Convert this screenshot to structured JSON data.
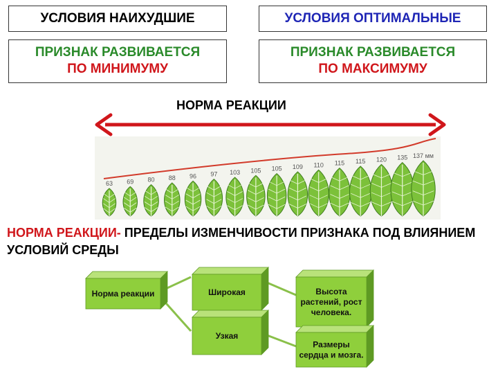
{
  "header": {
    "worst": "УСЛОВИЯ НАИХУДШИЕ",
    "optimal": "УСЛОВИЯ ОПТИМАЛЬНЫЕ"
  },
  "trait": {
    "min_line1": "ПРИЗНАК РАЗВИВАЕТСЯ",
    "min_line2": "ПО  МИНИМУМУ",
    "max_line1": "ПРИЗНАК РАЗВИВАЕТСЯ",
    "max_line2": "ПО МАКСИМУМУ"
  },
  "norm_title": "НОРМА РЕАКЦИИ",
  "leaf_sizes": [
    "63",
    "69",
    "80",
    "88",
    "96",
    "97",
    "103",
    "105",
    "105",
    "109",
    "110",
    "115",
    "115",
    "120",
    "135",
    "137 мм"
  ],
  "definition": {
    "term": "НОРМА РЕАКЦИИ-",
    "text": " ПРЕДЕЛЫ ИЗМЕНЧИВОСТИ ПРИЗНАКА ПОД ВЛИЯНИЕМ УСЛОВИЙ СРЕДЫ"
  },
  "scheme": {
    "root": "Норма реакции",
    "wide": "Широкая",
    "narrow": "Узкая",
    "wide_example": [
      "Высота",
      "растений, рост",
      "человека."
    ],
    "narrow_example": [
      "Размеры",
      "сердца и мозга."
    ]
  },
  "colors": {
    "arrow": "#d0161b",
    "leaf": "#7cc13a",
    "cube_front": "#8fcf3c",
    "cube_top": "#b9e27a",
    "cube_side": "#5e9a23"
  }
}
